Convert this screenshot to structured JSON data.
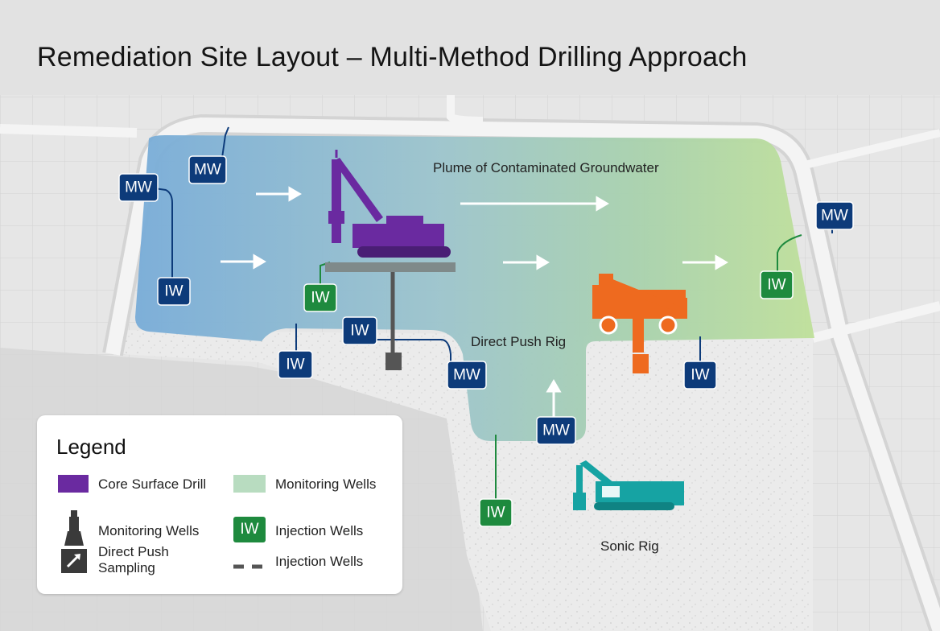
{
  "title": "Remediation Site Layout – Multi-Method Drilling Approach",
  "labels": {
    "plume": "Plume of Contaminated Groundwater",
    "direct_push_rig": "Direct Push Rig",
    "sonic_rig": "Sonic Rig"
  },
  "wells": [
    {
      "id": "mw1",
      "tag": "MW",
      "type": "monitoring"
    },
    {
      "id": "mw2",
      "tag": "MW",
      "type": "monitoring"
    },
    {
      "id": "mw3",
      "tag": "MW",
      "type": "monitoring"
    },
    {
      "id": "mw4",
      "tag": "MW",
      "type": "monitoring"
    },
    {
      "id": "mw5",
      "tag": "MW",
      "type": "monitoring"
    },
    {
      "id": "iw1",
      "tag": "IW",
      "type": "injection-blue"
    },
    {
      "id": "iw2",
      "tag": "IW",
      "type": "injection-blue"
    },
    {
      "id": "iw3",
      "tag": "IW",
      "type": "injection-blue"
    },
    {
      "id": "iw4",
      "tag": "IW",
      "type": "injection-blue"
    },
    {
      "id": "iw5",
      "tag": "IW",
      "type": "injection-green"
    },
    {
      "id": "iw6",
      "tag": "IW",
      "type": "injection-green"
    },
    {
      "id": "iw7",
      "tag": "IW",
      "type": "injection-green"
    }
  ],
  "legend": {
    "title": "Legend",
    "core_surface_drill": "Core Surface Drill",
    "monitoring_wells_swatch": "Monitoring Wells",
    "monitoring_wells_icon": "Monitoring Wells",
    "direct_push_sampling": "Direct Push\nSampling",
    "iw_tag": "IW",
    "injection_wells": "Injection Wells",
    "injection_wells_dashed": "Injection Wells"
  },
  "colors": {
    "mw_tag": "#0d3b7a",
    "iw_green": "#1e8a3e",
    "core_drill_purple": "#6a2aa0",
    "direct_push_orange": "#ee6a1f",
    "sonic_teal": "#16a3a3",
    "plume_left": "#7aaed8",
    "plume_right": "#b7dc8f",
    "legend_green": "#b8dcc0"
  }
}
